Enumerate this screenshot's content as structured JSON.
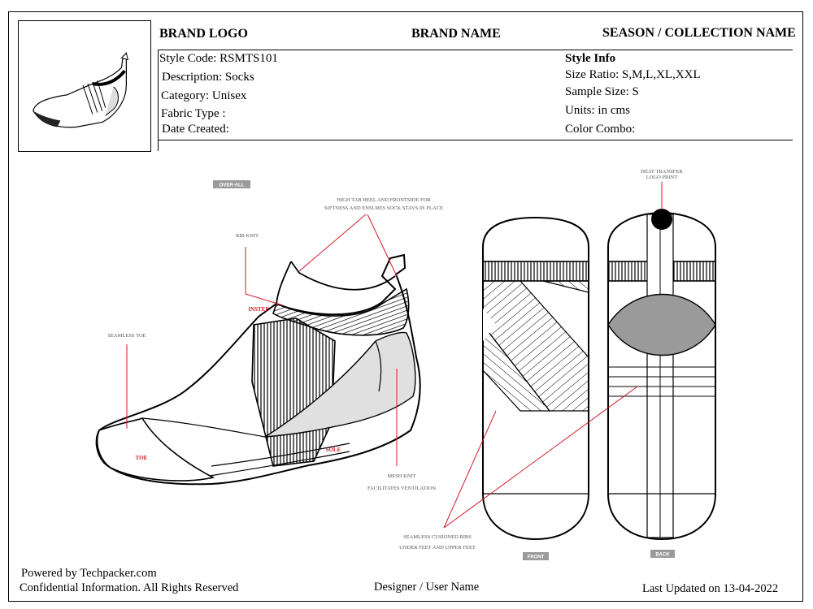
{
  "header": {
    "brand_logo": "BRAND LOGO",
    "brand_name": "BRAND NAME",
    "season": "SEASON / COLLECTION NAME"
  },
  "details": {
    "style_code": "Style Code: RSMTS101",
    "description": "Description: Socks",
    "category": "Category: Unisex",
    "fabric_type": "Fabric Type :",
    "date_created": "Date Created:"
  },
  "style_info": {
    "title": "Style Info",
    "size_ratio": "Size Ratio: S,M,L,XL,XXL",
    "sample_size": "Sample Size: S",
    "units": "Units: in cms",
    "color_combo": "Color Combo:"
  },
  "drawing": {
    "overall_tag": "OVER-ALL",
    "front_tag": "FRONT",
    "back_tag": "BACK",
    "callouts": {
      "high_tab_1": "HIGH TAB HEEL AND FRONTSIDE FOR",
      "high_tab_2": "SIFTNESS AND ENSURES SOCK STAYS IN PLACE",
      "rib_knit": "RIB KNIT",
      "instep": "INSTEP",
      "seamless_toe": "SEAMLESS TOE",
      "toe": "TOE",
      "sole": "SOLE",
      "mesh_knit": "MESH KNIT",
      "facilitates": "FACILITATES VENTILATION",
      "heat_transfer_1": "HEAT TRANSFER",
      "heat_transfer_2": "LOGO PRINT",
      "ribs_1": "SEAMLESS CUSIONED RIBS",
      "ribs_2": "UNDER FEET AND UPPER FEET"
    }
  },
  "footer": {
    "powered_by": "Powered by Techpacker.com",
    "confidential": "Confidential Information. All Rights Reserved",
    "designer": "Designer / User Name",
    "last_updated": "Last Updated on 13-04-2022"
  },
  "colors": {
    "callout_line": "#d11a2a",
    "tag_bg": "#9a9a9a",
    "mesh_fill": "#e0e0e0",
    "logo_panel": "#9a9a9a"
  }
}
